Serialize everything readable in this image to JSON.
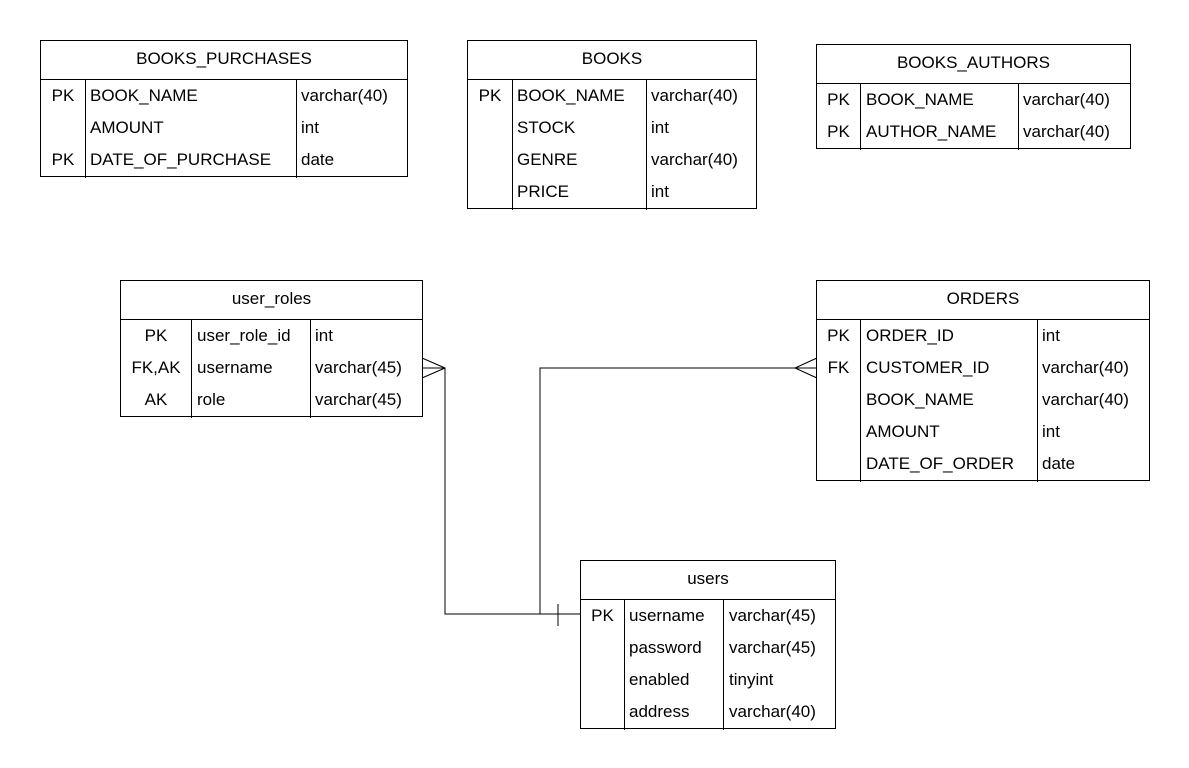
{
  "tables": {
    "books_purchases": {
      "title": "BOOKS_PURCHASES",
      "rows": [
        {
          "key": "PK",
          "name": "BOOK_NAME",
          "type": "varchar(40)"
        },
        {
          "key": "",
          "name": "AMOUNT",
          "type": "int"
        },
        {
          "key": "PK",
          "name": "DATE_OF_PURCHASE",
          "type": "date"
        }
      ]
    },
    "books": {
      "title": "BOOKS",
      "rows": [
        {
          "key": "PK",
          "name": "BOOK_NAME",
          "type": "varchar(40)"
        },
        {
          "key": "",
          "name": "STOCK",
          "type": "int"
        },
        {
          "key": "",
          "name": "GENRE",
          "type": "varchar(40)"
        },
        {
          "key": "",
          "name": "PRICE",
          "type": "int"
        }
      ]
    },
    "books_authors": {
      "title": "BOOKS_AUTHORS",
      "rows": [
        {
          "key": "PK",
          "name": "BOOK_NAME",
          "type": "varchar(40)"
        },
        {
          "key": "PK",
          "name": "AUTHOR_NAME",
          "type": "varchar(40)"
        }
      ]
    },
    "user_roles": {
      "title": "user_roles",
      "rows": [
        {
          "key": "PK",
          "name": "user_role_id",
          "type": "int"
        },
        {
          "key": "FK,AK",
          "name": "username",
          "type": "varchar(45)"
        },
        {
          "key": "AK",
          "name": "role",
          "type": "varchar(45)"
        }
      ]
    },
    "orders": {
      "title": "ORDERS",
      "rows": [
        {
          "key": "PK",
          "name": "ORDER_ID",
          "type": "int"
        },
        {
          "key": "FK",
          "name": "CUSTOMER_ID",
          "type": "varchar(40)"
        },
        {
          "key": "",
          "name": "BOOK_NAME",
          "type": "varchar(40)"
        },
        {
          "key": "",
          "name": "AMOUNT",
          "type": "int"
        },
        {
          "key": "",
          "name": "DATE_OF_ORDER",
          "type": "date"
        }
      ]
    },
    "users": {
      "title": "users",
      "rows": [
        {
          "key": "PK",
          "name": "username",
          "type": "varchar(45)"
        },
        {
          "key": "",
          "name": "password",
          "type": "varchar(45)"
        },
        {
          "key": "",
          "name": "enabled",
          "type": "tinyint"
        },
        {
          "key": "",
          "name": "address",
          "type": "varchar(40)"
        }
      ]
    }
  },
  "relationships": [
    {
      "from": "users",
      "to": "user_roles",
      "from_cardinality": "one",
      "to_cardinality": "many"
    },
    {
      "from": "users",
      "to": "orders",
      "from_cardinality": "one",
      "to_cardinality": "many"
    }
  ]
}
